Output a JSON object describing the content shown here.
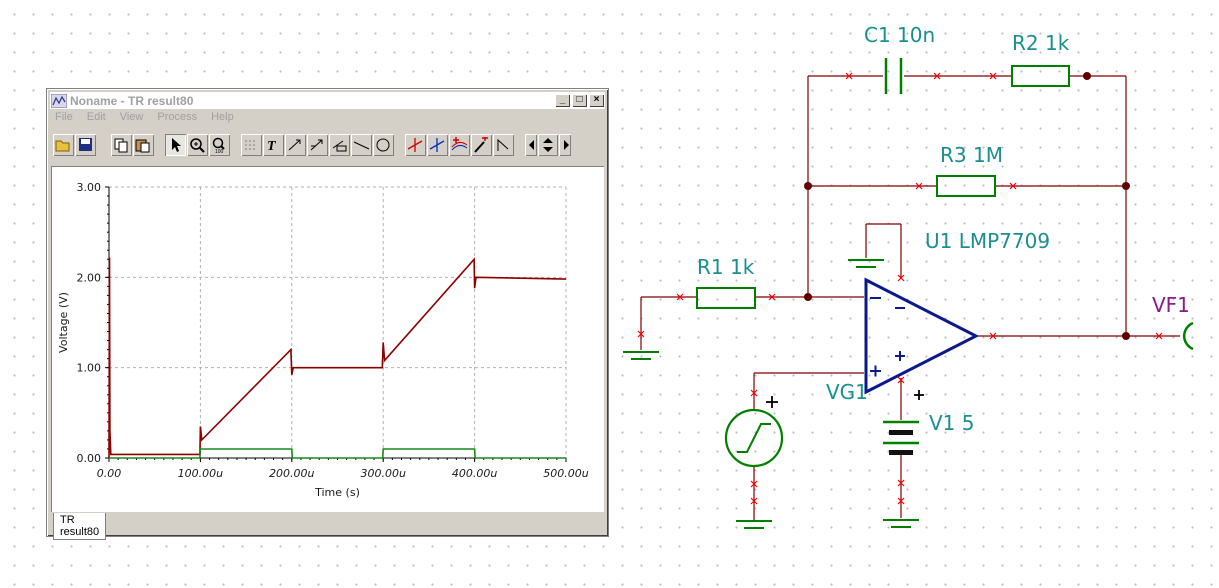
{
  "window": {
    "title": "Noname - TR result80",
    "menu": [
      "File",
      "Edit",
      "View",
      "Process",
      "Help"
    ],
    "tab_label": "TR result80",
    "controls": {
      "minimize": "_",
      "maximize": "□",
      "close": "×"
    }
  },
  "toolbar_icons": [
    "open-icon",
    "save-icon",
    "copy-icon",
    "paste-icon",
    "pointer-icon",
    "zoom-in-icon",
    "zoom-100-icon",
    "grid-icon",
    "text-icon",
    "arrow-annotate-icon",
    "arrow-annotate-2-icon",
    "arrow-annotate-3-icon",
    "line-icon",
    "ellipse-icon",
    "cursor-a-icon",
    "cursor-b-icon",
    "curves-icon",
    "probe-icon",
    "step-icon",
    "scroll-left-icon",
    "scroll-updown-icon",
    "scroll-right-icon"
  ],
  "chart_data": {
    "type": "line",
    "xlabel": "Time (s)",
    "ylabel": "Voltage (V)",
    "xlim": [
      0,
      0.0005
    ],
    "ylim": [
      0,
      3
    ],
    "x_ticks": [
      "0.00",
      "100.00u",
      "200.00u",
      "300.00u",
      "400.00u",
      "500.00u"
    ],
    "y_ticks": [
      "0.00",
      "1.00",
      "2.00",
      "3.00"
    ],
    "grid": true,
    "series": [
      {
        "color": "#8b0000",
        "x": [
          0,
          5e-07,
          1e-06,
          2e-06,
          9.95e-05,
          0.0001,
          0.0001015,
          0.000199,
          0.0002,
          0.0002015,
          0.000299,
          0.0003,
          0.0003015,
          0.0003995,
          0.0004,
          0.0004015,
          0.0005
        ],
        "y": [
          0.0,
          2.22,
          0.3,
          0.04,
          0.04,
          0.35,
          0.2,
          1.2,
          0.92,
          1.0,
          1.0,
          1.28,
          1.08,
          2.2,
          1.88,
          2.0,
          1.98
        ]
      },
      {
        "color": "#1a8a1a",
        "x": [
          0,
          9.95e-05,
          0.0001,
          0.0002,
          0.0002005,
          0.0002995,
          0.0003,
          0.0004,
          0.0004005,
          0.0005
        ],
        "y": [
          0,
          0,
          0.1,
          0.1,
          0,
          0,
          0.1,
          0.1,
          0,
          0
        ]
      }
    ]
  },
  "schematic": {
    "labels": {
      "c1": "C1 10n",
      "r2": "R2 1k",
      "r3": "R3 1M",
      "u1": "U1 LMP7709",
      "r1": "R1 1k",
      "vg1": "VG1",
      "v1": "V1 5",
      "vf1": "VF1"
    },
    "colors": {
      "wire": "#800000",
      "component": "#008000",
      "opamp": "#0a1a8a",
      "label": "#1a8f8f",
      "probe": "#8b1a8b",
      "pin": "#ff0000"
    }
  }
}
